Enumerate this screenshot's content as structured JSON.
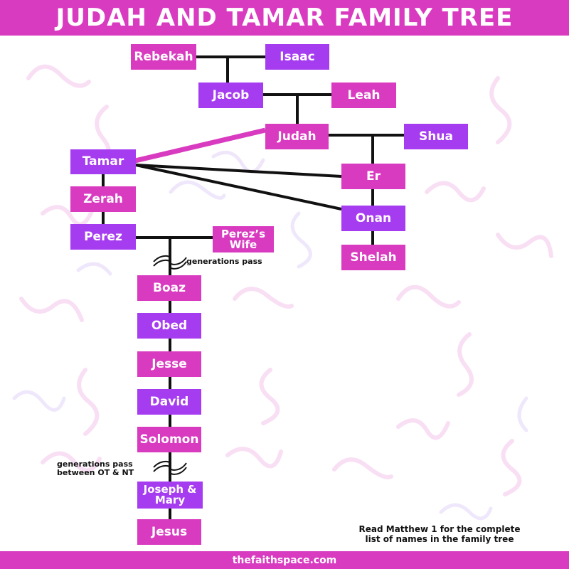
{
  "title": "JUDAH AND TAMAR FAMILY TREE",
  "footer": "thefaithspace.com",
  "footnote": [
    "Read Matthew 1 for the complete",
    "list of names in the family tree"
  ],
  "notes": {
    "gen_pass_1": "generations pass",
    "gen_pass_2": [
      "generations pass",
      "between OT & NT"
    ]
  },
  "colors": {
    "pink": "#d93bc0",
    "purple": "#a63cf0",
    "line": "#111111"
  },
  "people": {
    "rebekah": "Rebekah",
    "isaac": "Isaac",
    "jacob": "Jacob",
    "leah": "Leah",
    "judah": "Judah",
    "shua": "Shua",
    "tamar": "Tamar",
    "er": "Er",
    "onan": "Onan",
    "shelah": "Shelah",
    "zerah": "Zerah",
    "perez": "Perez",
    "perezs_wife": "Perez’s\nWife",
    "boaz": "Boaz",
    "obed": "Obed",
    "jesse": "Jesse",
    "david": "David",
    "solomon": "Solomon",
    "joseph_mary": "Joseph &\nMary",
    "jesus": "Jesus"
  }
}
